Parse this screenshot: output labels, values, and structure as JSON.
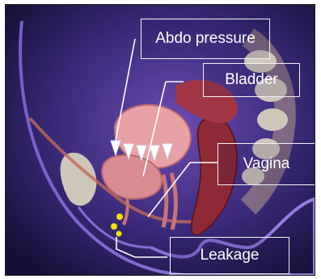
{
  "labels": {
    "abdo": "Abdo pressure",
    "bladder": "Bladder",
    "vagina": "Vagina",
    "leakage": "Leakage"
  },
  "colors": {
    "background_dark": "#1a1240",
    "background_purple": "#5a3c9c",
    "organ_pink": "#e9a0a4",
    "bowel_red": "#9c2f3a",
    "bone": "#c9c1b5",
    "leak_yellow": "#f2e200",
    "arrow_white": "#ffffff"
  },
  "icons": {
    "pressure_arrows": "down-arrow-icon",
    "leak_drops": "droplet-icon"
  }
}
